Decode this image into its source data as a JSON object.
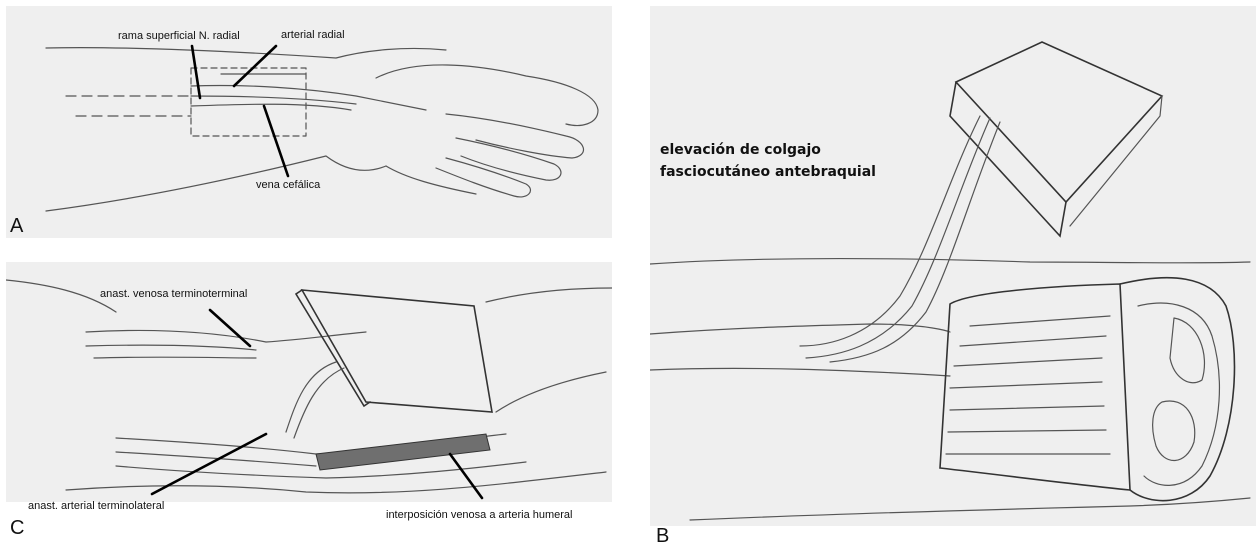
{
  "figures": {
    "A": {
      "letter": "A",
      "labels": {
        "nerve": "rama superficial N. radial",
        "artery": "arterial radial",
        "vein": "vena cefálica"
      }
    },
    "C": {
      "letter": "C",
      "labels": {
        "venous_anast": "anast. venosa terminoterminal",
        "arterial_anast": "anast. arterial terminolateral",
        "interposition": "interposición venosa a arteria humeral"
      }
    },
    "B": {
      "letter": "B",
      "caption_line1": "elevación de colgajo",
      "caption_line2": "fasciocutáneo antebraquial"
    }
  },
  "colors": {
    "background_panel": "#efefef",
    "sketch": "#555555",
    "leader": "#000000"
  }
}
